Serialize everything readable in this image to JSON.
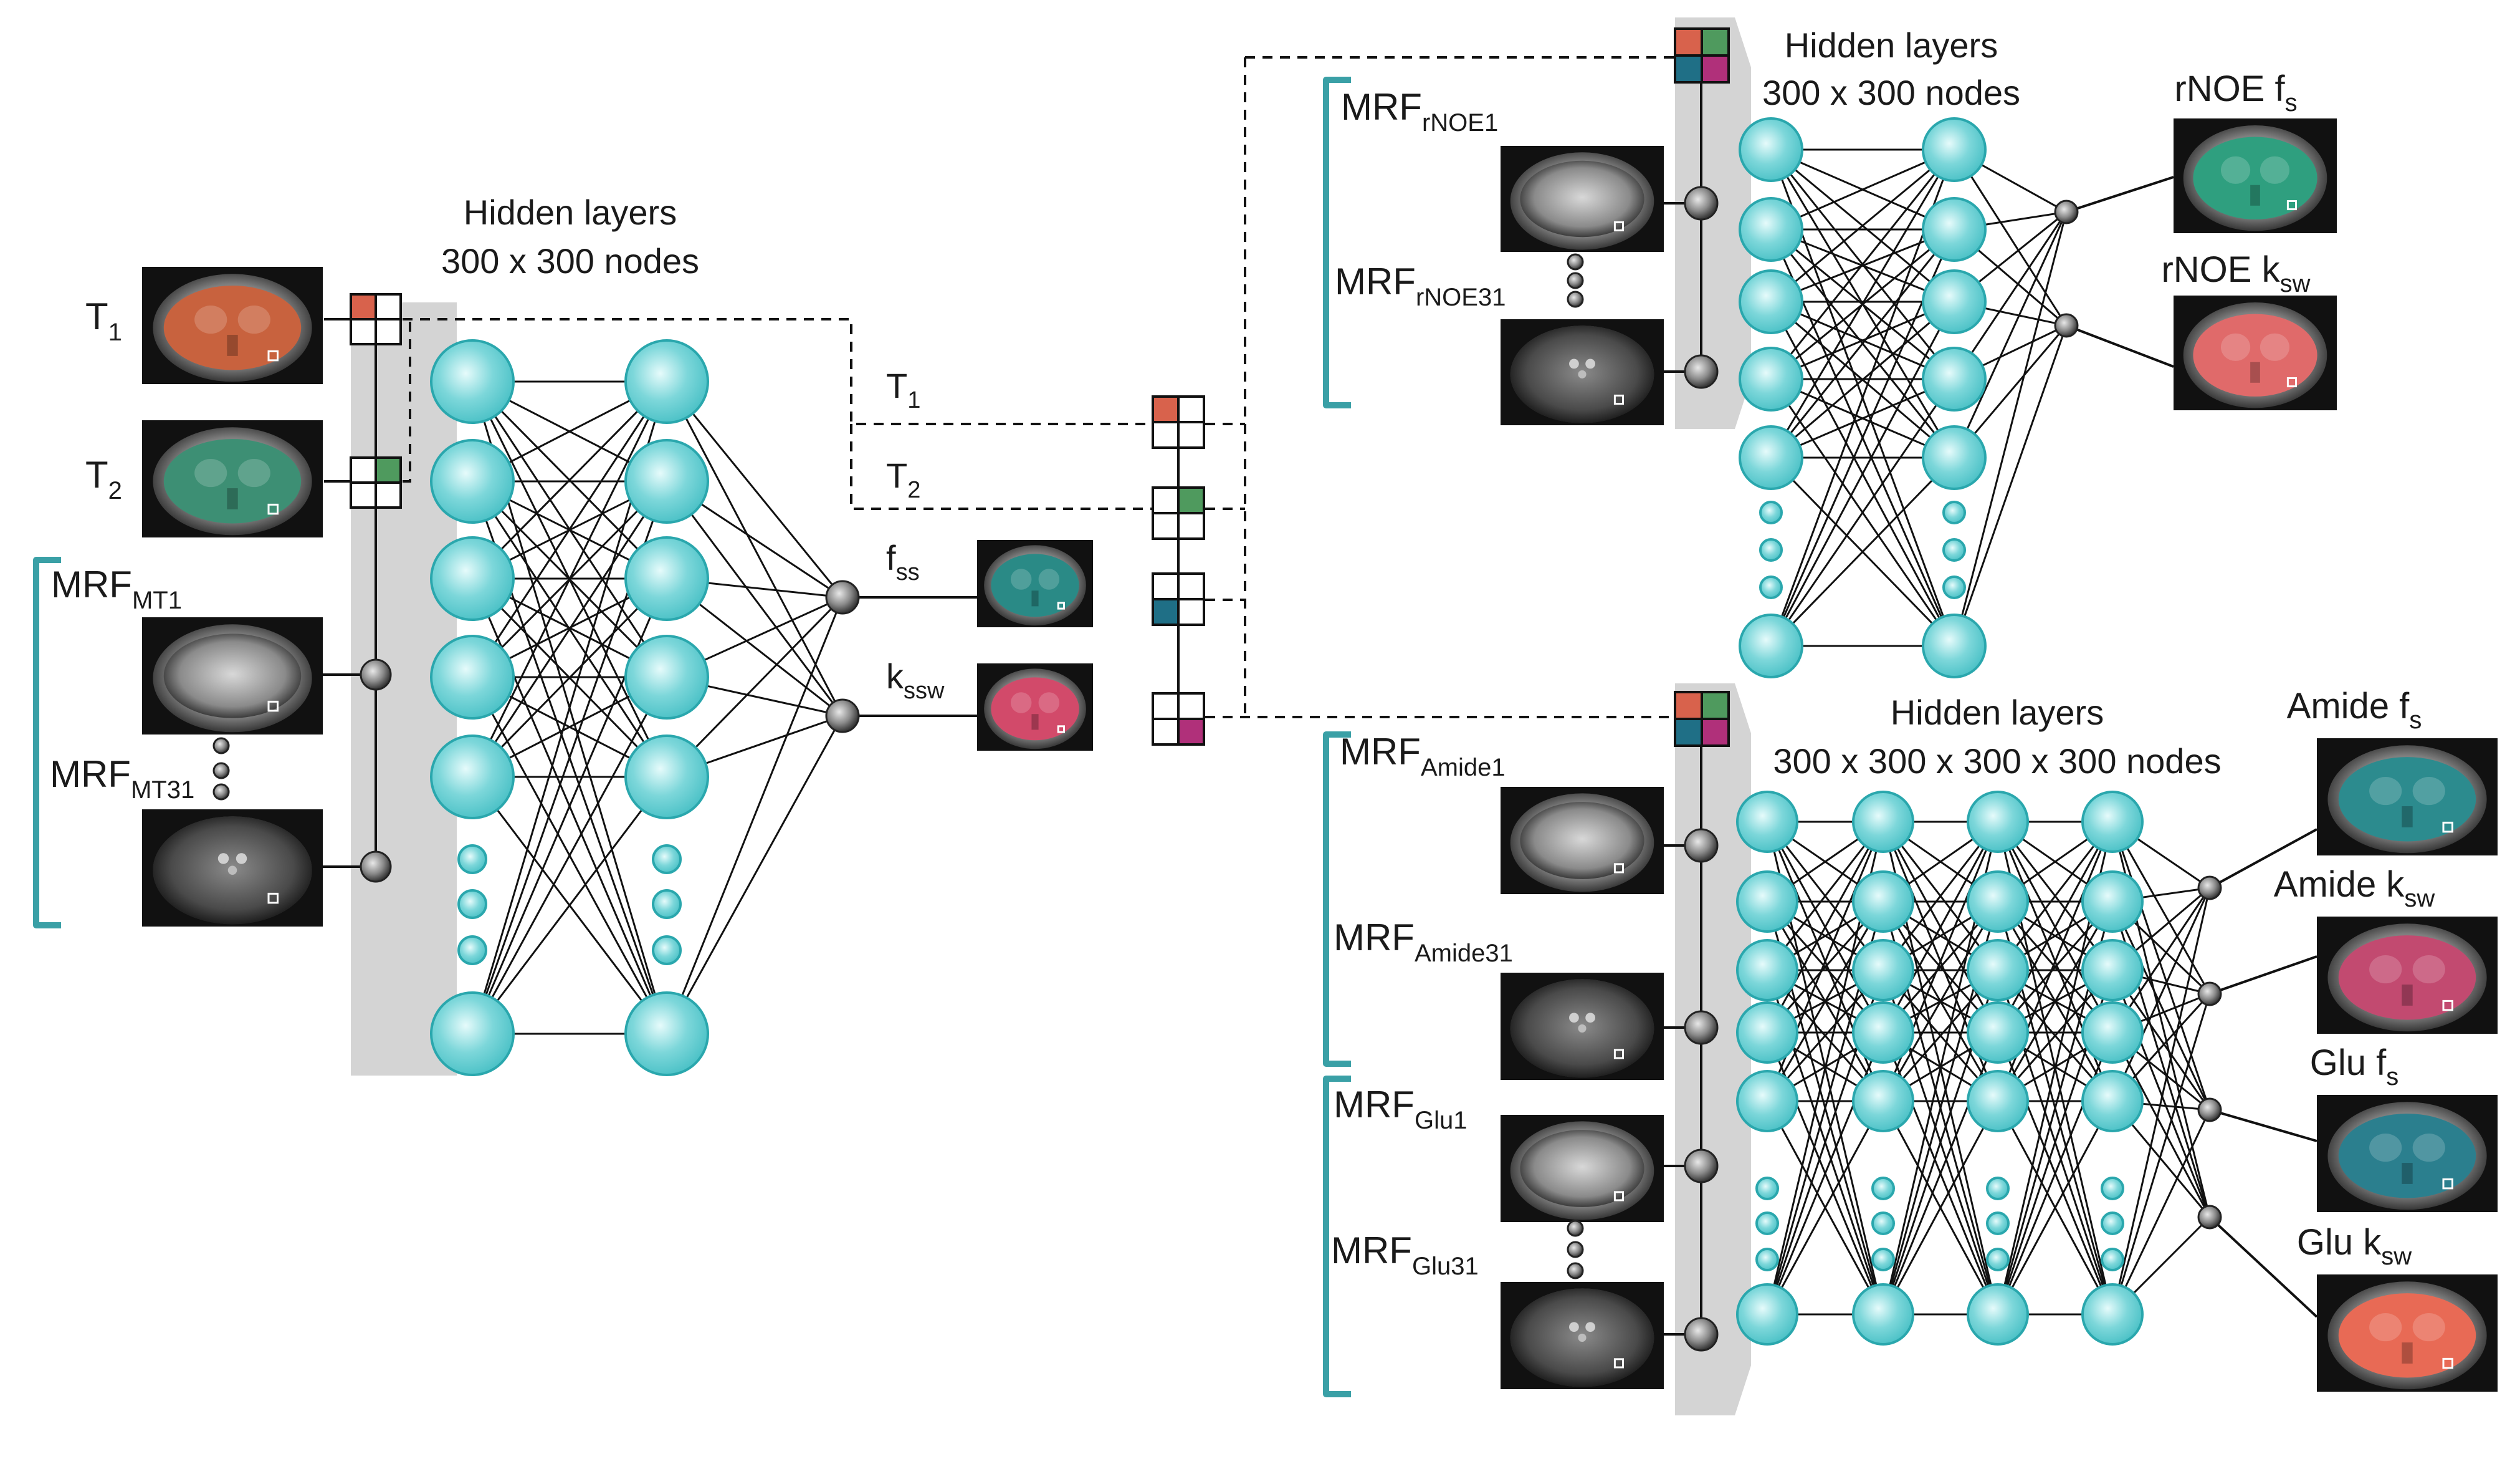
{
  "labels": {
    "t1": {
      "main": "T",
      "sub": "1"
    },
    "t2": {
      "main": "T",
      "sub": "2"
    },
    "mrf_mt1": {
      "main": "MRF",
      "sub": "MT1"
    },
    "mrf_mt31": {
      "main": "MRF",
      "sub": "MT31"
    },
    "mid_t1": {
      "main": "T",
      "sub": "1"
    },
    "mid_t2": {
      "main": "T",
      "sub": "2"
    },
    "fss": {
      "main": "f",
      "sub": "ss"
    },
    "kssw": {
      "main": "k",
      "sub": "ssw"
    },
    "mrf_rnoe1": {
      "main": "MRF",
      "sub": "rNOE1"
    },
    "mrf_rnoe31": {
      "main": "MRF",
      "sub": "rNOE31"
    },
    "mrf_amide1": {
      "main": "MRF",
      "sub": "Amide1"
    },
    "mrf_amide31": {
      "main": "MRF",
      "sub": "Amide31"
    },
    "mrf_glu1": {
      "main": "MRF",
      "sub": "Glu1"
    },
    "mrf_glu31": {
      "main": "MRF",
      "sub": "Glu31"
    }
  },
  "networks": {
    "mt": {
      "title": "Hidden layers",
      "subtitle": "300 x 300 nodes"
    },
    "rnoe": {
      "title": "Hidden layers",
      "subtitle": "300 x 300 nodes"
    },
    "amide_glu": {
      "title": "Hidden layers",
      "subtitle": "300 x 300 x 300 x 300 nodes"
    }
  },
  "outputs": {
    "rnoe_fs": {
      "main": "rNOE f",
      "sub": "s"
    },
    "rnoe_ksw": {
      "main": "rNOE k",
      "sub": "sw"
    },
    "amide_fs": {
      "main": "Amide f",
      "sub": "s"
    },
    "amide_ksw": {
      "main": "Amide k",
      "sub": "sw"
    },
    "glu_fs": {
      "main": "Glu f",
      "sub": "s"
    },
    "glu_ksw": {
      "main": "Glu k",
      "sub": "sw"
    }
  },
  "colors": {
    "node_fill": "#6fd0d4",
    "node_edge": "#2aa7ad",
    "bracket": "#3aa0a6",
    "band": "#d4d4d4",
    "t1_square": "#d8624c",
    "t2_square": "#4f9a5e",
    "fss_square": "#1f6f86",
    "kssw_square": "#b0307a",
    "map_t1": "#c8623e",
    "map_t2": "#3d8f74",
    "map_fss": "#2a8a86",
    "map_kssw": "#d24a6a",
    "map_rnoe_fs": "#2f9f7f",
    "map_rnoe_ksw": "#e06a6a",
    "map_amide_fs": "#2c8b8e",
    "map_amide_ksw": "#c24a70",
    "map_glu_fs": "#2b7f8e",
    "map_glu_ksw": "#e86a55"
  }
}
